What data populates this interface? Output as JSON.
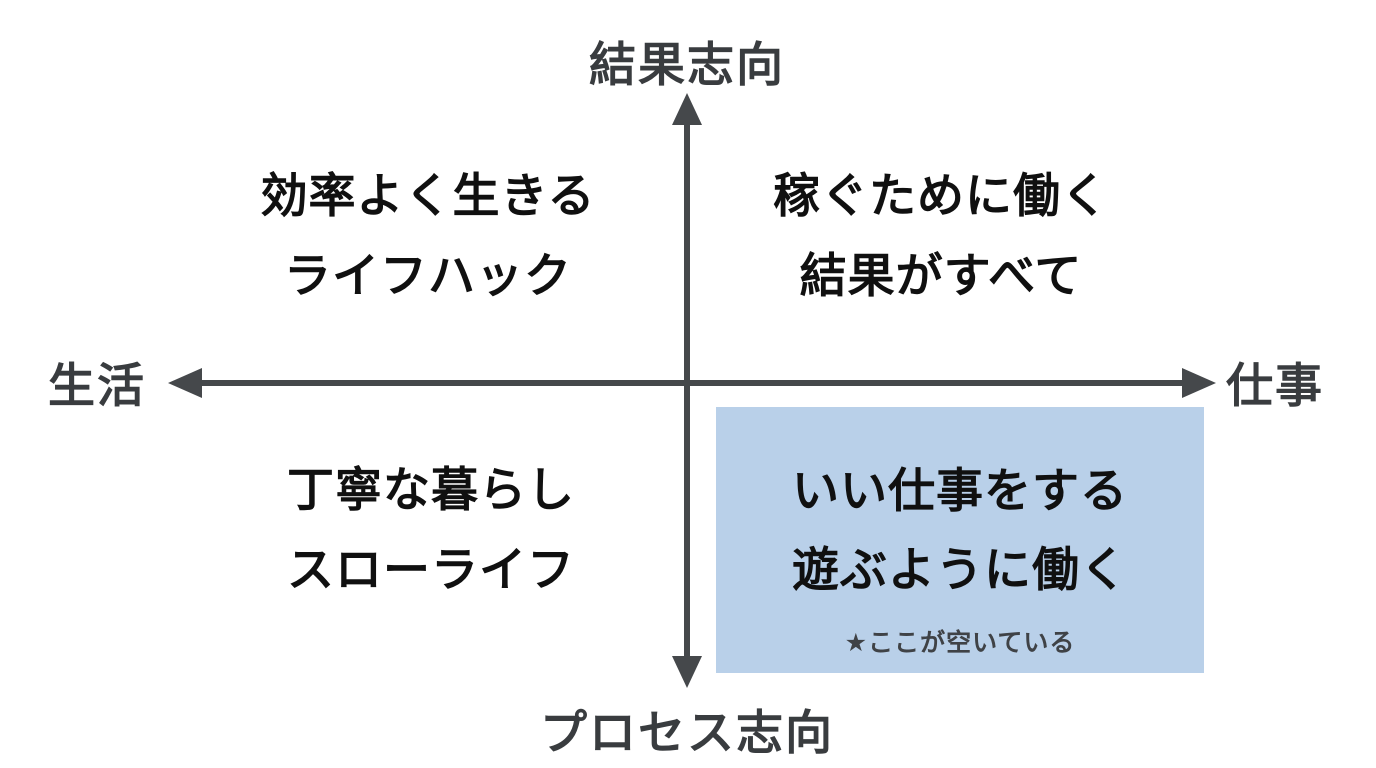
{
  "diagram": {
    "type": "2x2-quadrant-matrix",
    "colors": {
      "background": "#ffffff",
      "axis": "#45484b",
      "axis_label": "#393c3f",
      "quadrant_text": "#101010",
      "highlight_box": "#b9d0e9",
      "note_text": "#3f4246"
    },
    "axes": {
      "top_label": "結果志向",
      "bottom_label": "プロセス志向",
      "left_label": "生活",
      "right_label": "仕事"
    },
    "quadrants": {
      "top_left": {
        "line1": "効率よく生きる",
        "line2": "ライフハック",
        "highlighted": false
      },
      "top_right": {
        "line1": "稼ぐために働く",
        "line2": "結果がすべて",
        "highlighted": false
      },
      "bottom_left": {
        "line1": "丁寧な暮らし",
        "line2": "スローライフ",
        "highlighted": false
      },
      "bottom_right": {
        "line1": "いい仕事をする",
        "line2": "遊ぶように働く",
        "note": "★ここが空いている",
        "highlighted": true
      }
    }
  }
}
